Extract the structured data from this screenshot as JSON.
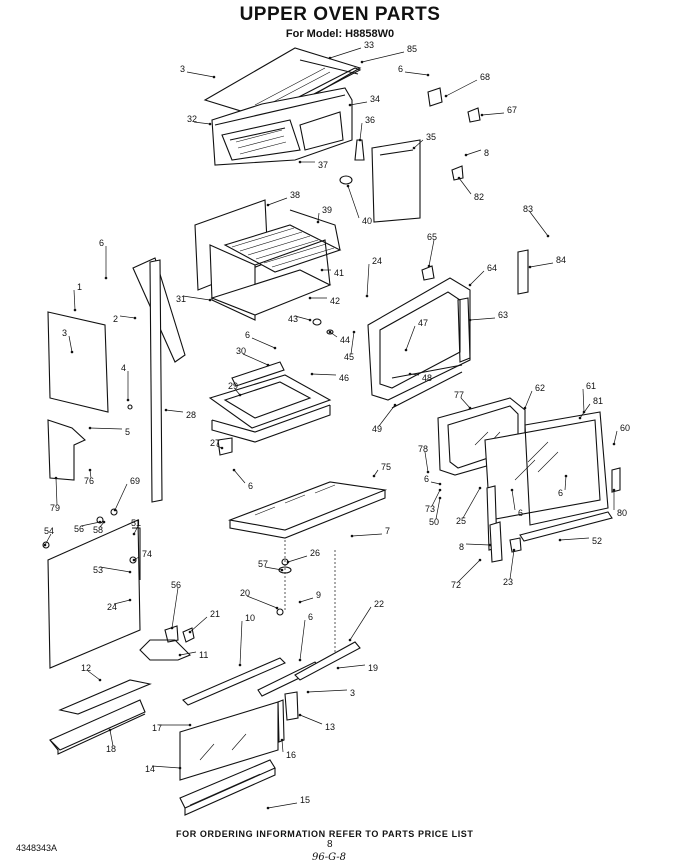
{
  "header": {
    "title": "UPPER OVEN PARTS",
    "model_line": "For Model: H8858W0"
  },
  "footer": {
    "ordering_note": "FOR ORDERING INFORMATION REFER TO PARTS PRICE LIST",
    "document_code": "4348343A",
    "page_number": "8",
    "handwritten_code": "96-G-8"
  },
  "callouts": [
    "3",
    "85",
    "33",
    "6",
    "68",
    "34",
    "32",
    "36",
    "67",
    "35",
    "8",
    "37",
    "82",
    "40",
    "38",
    "39",
    "83",
    "6",
    "41",
    "24",
    "65",
    "84",
    "64",
    "2",
    "31",
    "42",
    "43",
    "1",
    "44",
    "63",
    "47",
    "3",
    "6",
    "45",
    "30",
    "46",
    "48",
    "4",
    "29",
    "28",
    "5",
    "77",
    "62",
    "61",
    "81",
    "27",
    "49",
    "60",
    "6",
    "78",
    "76",
    "6",
    "69",
    "79",
    "50",
    "6",
    "58",
    "75",
    "80",
    "56",
    "73",
    "6",
    "51",
    "54",
    "7",
    "25",
    "74",
    "26",
    "53",
    "57",
    "8",
    "52",
    "56",
    "72",
    "23",
    "24",
    "20",
    "9",
    "22",
    "21",
    "10",
    "6",
    "11",
    "19",
    "12",
    "3",
    "18",
    "17",
    "13",
    "16",
    "14",
    "15"
  ]
}
